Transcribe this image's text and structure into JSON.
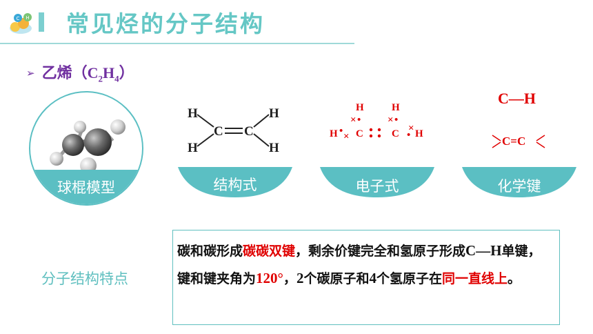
{
  "header": {
    "title": "常见烃的分子结构",
    "logo_letters": [
      "C",
      "H"
    ]
  },
  "subtitle": {
    "name": "乙烯（",
    "formula_c": "C",
    "formula_c_sub": "2",
    "formula_h": "H",
    "formula_h_sub": "4",
    "close": "）"
  },
  "panels": {
    "model_label": "球棍模型",
    "struct_label": "结构式",
    "electron_label": "电子式",
    "bond_label": "化学键"
  },
  "struct_formula": {
    "h": "H",
    "c": "C",
    "double_bond": "="
  },
  "electron_formula": {
    "h": "H",
    "c": "C"
  },
  "bonds": {
    "ch_bond": "C—H",
    "cc_bond": "C=C"
  },
  "features": {
    "label": "分子结构特点",
    "seg1": "碳和碳形成",
    "seg1_hl": "碳碳双键",
    "seg2": "，剩余价键完全和氢原子形成",
    "seg3": "C—H",
    "seg4": "单键，键和键夹角为",
    "seg4_hl": "120°",
    "seg5": "，",
    "seg6": "2",
    "seg7": "个碳原子和",
    "seg8": "4",
    "seg9": "个氢原子在",
    "seg9_hl": "同一直线上",
    "seg10": "。"
  },
  "colors": {
    "accent_teal": "#5bbfc3",
    "title_teal": "#65c7c5",
    "subtitle_purple": "#7030a0",
    "highlight_red": "#e00000"
  }
}
